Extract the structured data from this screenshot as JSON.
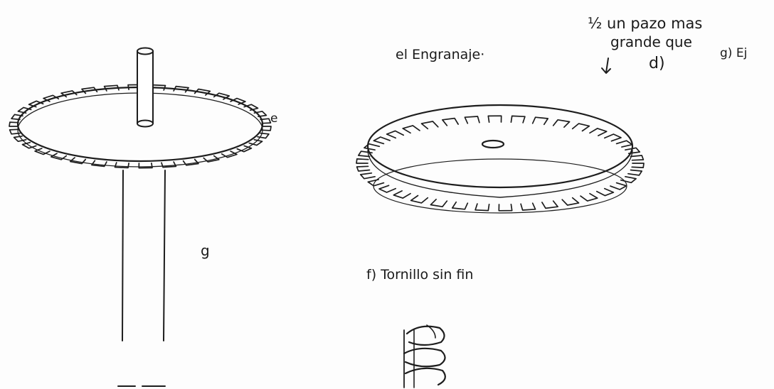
{
  "labels": {
    "engranaje_note": "el Engranaje·",
    "top_note_line1": "½ un pazo mas",
    "top_note_line2": "grande que",
    "top_note_ref": "d)",
    "eje_label": "g) Ej",
    "label_e": "e",
    "label_g": "g",
    "tornillo_label": "f) Tornillo sin fin"
  },
  "drawing": {
    "gear_small_teeth": 34,
    "gear_large_teeth": 38,
    "ink_color": "#1d1d1d"
  }
}
